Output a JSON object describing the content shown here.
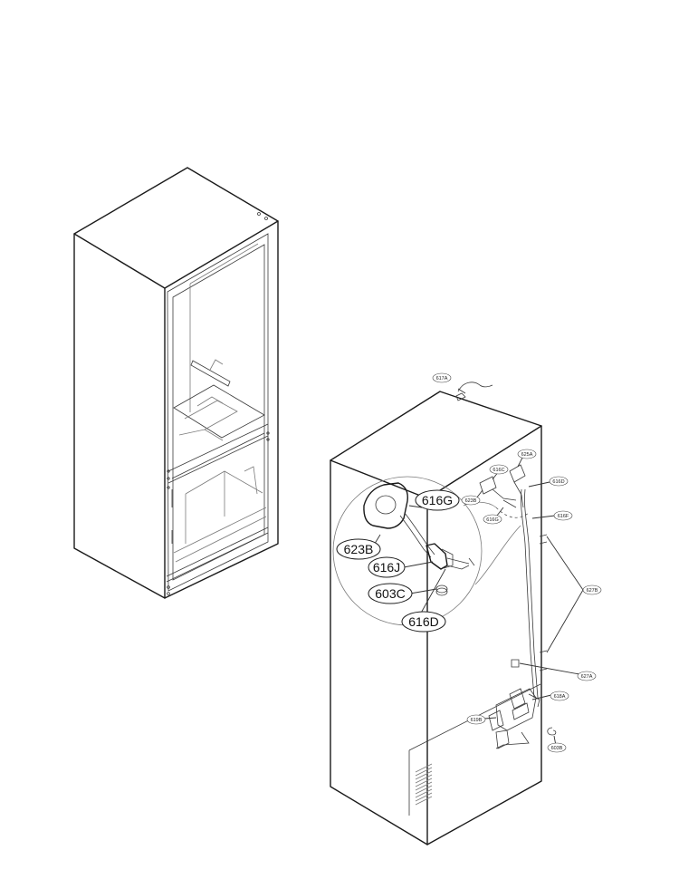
{
  "callouts": {
    "detail": [
      {
        "id": "616G",
        "label": "616G"
      },
      {
        "id": "623B",
        "label": "623B"
      },
      {
        "id": "616J",
        "label": "616J"
      },
      {
        "id": "603C",
        "label": "603C"
      },
      {
        "id": "616D",
        "label": "616D"
      }
    ],
    "small": [
      {
        "id": "617A",
        "label": "617A"
      },
      {
        "id": "625A",
        "label": "625A"
      },
      {
        "id": "616C",
        "label": "616C"
      },
      {
        "id": "616D_r",
        "label": "616D"
      },
      {
        "id": "623B_r",
        "label": "623B"
      },
      {
        "id": "616G_r",
        "label": "616G"
      },
      {
        "id": "616F",
        "label": "616F"
      },
      {
        "id": "627B",
        "label": "627B"
      },
      {
        "id": "627A",
        "label": "627A"
      },
      {
        "id": "618A",
        "label": "618A"
      },
      {
        "id": "619B",
        "label": "619B"
      },
      {
        "id": "603B",
        "label": "603B"
      }
    ]
  }
}
